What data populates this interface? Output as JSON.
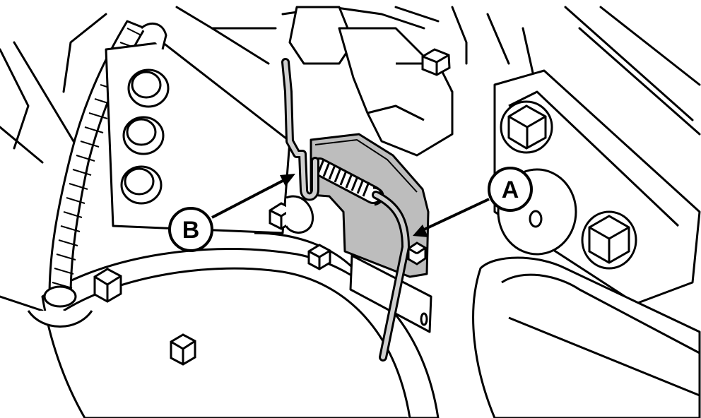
{
  "callouts": [
    {
      "id": "A",
      "label": "A"
    },
    {
      "id": "B",
      "label": "B"
    }
  ],
  "colors": {
    "line": "#000000",
    "background": "#ffffff",
    "bracket_fill": "#bdbdbd",
    "rod_fill": "#cfcfcf"
  }
}
